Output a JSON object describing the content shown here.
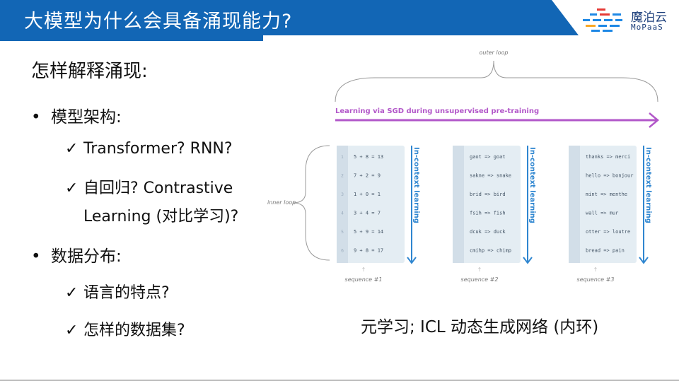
{
  "title": "大模型为什么会具备涌现能力?",
  "logo": {
    "cn": "魔泊云",
    "en": "MoPaaS"
  },
  "heading": "怎样解释涌现:",
  "bullets": [
    {
      "label": "模型架构:",
      "checks": [
        "Transformer? RNN?",
        "自回归?  Contrastive",
        "Learning (对比学习)?"
      ]
    },
    {
      "label": "数据分布:",
      "checks": [
        "语言的特点?",
        "怎样的数据集?"
      ]
    }
  ],
  "caption": "元学习;  ICL 动态生成网络 (内环)",
  "diagram": {
    "outer_loop": "outer loop",
    "sgd_label": "Learning via SGD during unsupervised pre-training",
    "inner_loop": "inner loop",
    "in_context": "In-context learning",
    "sequences": [
      {
        "label": "sequence #1",
        "items": [
          "5 + 8 = 13",
          "7 + 2 = 9",
          "1 + 0 = 1",
          "3 + 4 = 7",
          "5 + 9 = 14",
          "9 + 8 = 17"
        ]
      },
      {
        "label": "sequence #2",
        "items": [
          "gaot => goat",
          "sakne => snake",
          "brid => bird",
          "fsih => fish",
          "dcuk => duck",
          "cmihp => chimp"
        ]
      },
      {
        "label": "sequence #3",
        "items": [
          "thanks => merci",
          "hello => bonjour",
          "mint => menthe",
          "wall => mur",
          "otter => loutre",
          "bread => pain"
        ]
      }
    ],
    "row_numbers": [
      "1",
      "2",
      "3",
      "4",
      "5",
      "6"
    ]
  },
  "colors": {
    "title_blue": "#1266b5",
    "sgd_purple": "#b257c9",
    "arrow_blue": "#2f86d0",
    "panel_bg": "#e4edf3"
  }
}
